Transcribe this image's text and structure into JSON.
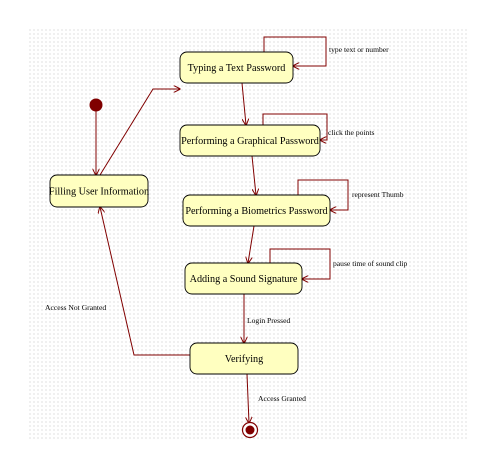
{
  "diagram": {
    "type": "state-machine",
    "states": [
      {
        "id": "filling",
        "label": "Filling User Information"
      },
      {
        "id": "text",
        "label": "Typing a Text Password"
      },
      {
        "id": "graphical",
        "label": "Performing a Graphical Password"
      },
      {
        "id": "biometrics",
        "label": "Performing a Biometrics Password"
      },
      {
        "id": "sound",
        "label": "Adding a Sound Signature"
      },
      {
        "id": "verifying",
        "label": "Verifying"
      }
    ],
    "self_loops": [
      {
        "state": "text",
        "label": "type text or number"
      },
      {
        "state": "graphical",
        "label": "click the points"
      },
      {
        "state": "biometrics",
        "label": "represent Thumb"
      },
      {
        "state": "sound",
        "label": "pause time of sound clip"
      }
    ],
    "transitions": [
      {
        "from": "initial",
        "to": "filling",
        "label": ""
      },
      {
        "from": "filling",
        "to": "text",
        "label": ""
      },
      {
        "from": "text",
        "to": "graphical",
        "label": ""
      },
      {
        "from": "graphical",
        "to": "biometrics",
        "label": ""
      },
      {
        "from": "biometrics",
        "to": "sound",
        "label": ""
      },
      {
        "from": "sound",
        "to": "verifying",
        "label": "Login Pressed"
      },
      {
        "from": "verifying",
        "to": "filling",
        "label": "Access Not Granted"
      },
      {
        "from": "verifying",
        "to": "final",
        "label": "Access Granted"
      }
    ],
    "colors": {
      "state_fill": "#ffffc0",
      "state_stroke": "#000000",
      "edge": "#800000",
      "initial_fill": "#800000",
      "final_ring": "#800000",
      "final_fill": "#800000"
    }
  }
}
